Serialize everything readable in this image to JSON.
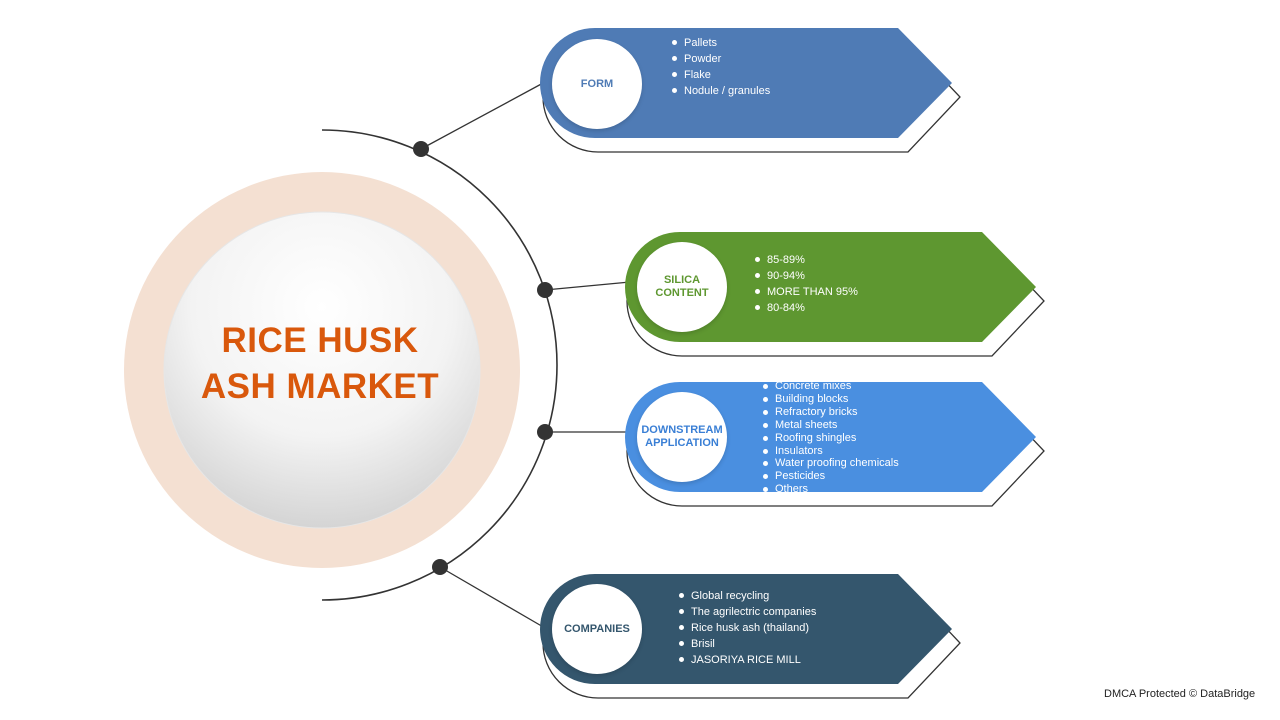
{
  "center": {
    "line1": "RICE HUSK",
    "line2": "ASH MARKET"
  },
  "segments": [
    {
      "label_line1": "FORM",
      "label_line2": "",
      "color": "#4f7bb5",
      "label_color": "#4f7bb5",
      "items": [
        "Pallets",
        "Powder",
        "Flake",
        "Nodule / granules"
      ]
    },
    {
      "label_line1": "SILICA",
      "label_line2": "CONTENT",
      "color": "#5e9730",
      "label_color": "#5e9730",
      "items": [
        "85-89%",
        "90-94%",
        "MORE THAN 95%",
        "80-84%"
      ]
    },
    {
      "label_line1": "DOWNSTREAM",
      "label_line2": "APPLICATION",
      "color": "#4a8fe0",
      "label_color": "#3a7fd5",
      "items": [
        "Concrete mixes",
        "Building blocks",
        "Refractory bricks",
        "Metal sheets",
        "Roofing shingles",
        "Insulators",
        "Water proofing chemicals",
        "Pesticides",
        "Others"
      ]
    },
    {
      "label_line1": "COMPANIES",
      "label_line2": "",
      "color": "#34566d",
      "label_color": "#34566d",
      "items": [
        "Global recycling",
        "The agrilectric companies",
        "Rice husk ash (thailand)",
        "Brisil",
        "JASORIYA RICE MILL"
      ]
    }
  ],
  "watermark": "DMCA Protected © DataBridge"
}
